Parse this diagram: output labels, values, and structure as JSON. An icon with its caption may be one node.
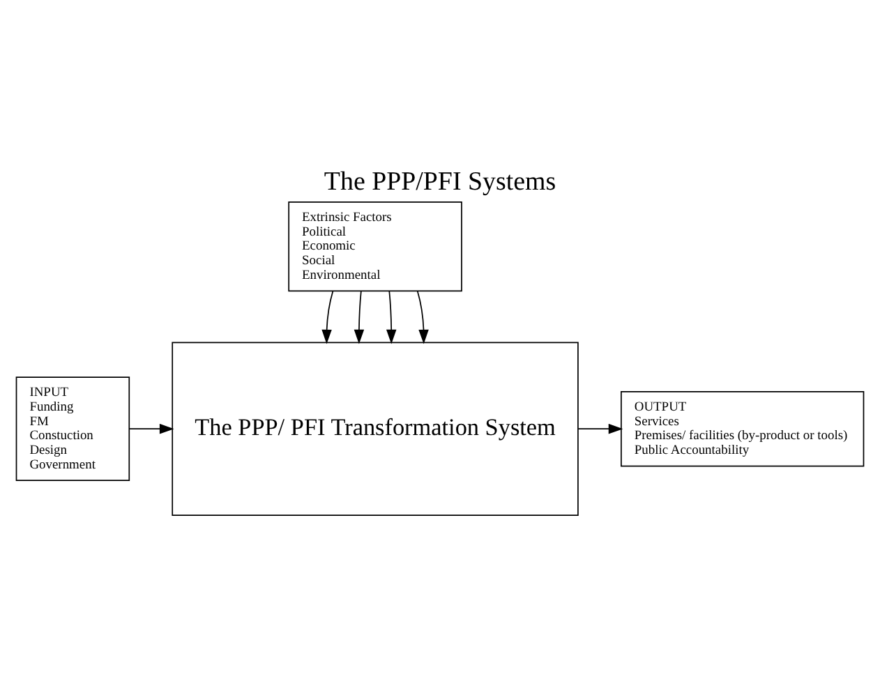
{
  "diagram": {
    "title": "The PPP/PFI Systems",
    "nodes": [
      {
        "text": [
          "INPUT",
          "Funding",
          "FM",
          "Constuction",
          "Design",
          "Government"
        ]
      },
      {
        "text": [
          "The PPP/ PFI Transformation System"
        ]
      },
      {
        "text": [
          "OUTPUT",
          "Services",
          "Premises/ facilities (by-product or tools)",
          "Public Accountability"
        ]
      },
      {
        "text": [
          "Extrinsic Factors",
          "Political",
          "Economic",
          "Social",
          "Environmental"
        ]
      }
    ],
    "edges": [
      {
        "from": 0,
        "to": 1,
        "arrow": "to"
      },
      {
        "from": 1,
        "to": 2,
        "arrow": "to"
      },
      {
        "from": 3,
        "to": 1,
        "arrow": "to"
      },
      {
        "from": 3,
        "to": 1,
        "arrow": "to"
      },
      {
        "from": 3,
        "to": 1,
        "arrow": "to"
      },
      {
        "from": 3,
        "to": 1,
        "arrow": "to"
      }
    ]
  }
}
